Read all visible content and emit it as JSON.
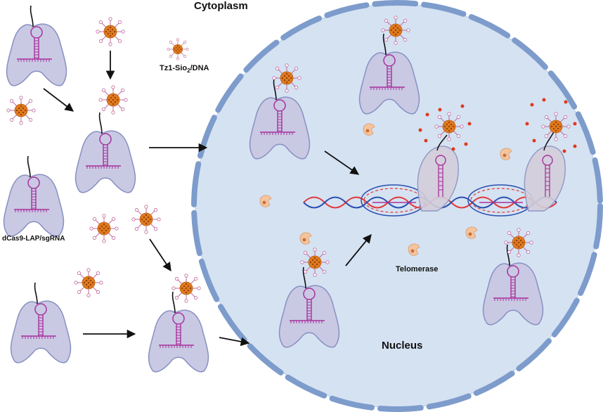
{
  "labels": {
    "cytoplasm": "Cytoplasm",
    "nanoparticle_prefix": "Tz1-Sio",
    "nanoparticle_subscript": "2",
    "nanoparticle_suffix": "/DNA",
    "complex": "dCas9-LAP/sgRNA",
    "telomerase": "Telomerase",
    "nucleus": "Nucleus"
  },
  "colors": {
    "nucleus_fill": "#d5e2f2",
    "envelope": "#7d9ccc",
    "protein_fill": "#c9c9e4",
    "protein_stroke": "#8890c0",
    "rna": "#a8329c",
    "nanoparticle": "#e07a1e",
    "spike_tip": "#e3a0c8",
    "dot": "#e0391f",
    "dna_red": "#e03a3a",
    "dna_blue": "#2a4fb0",
    "telomerase": "#f4c49e",
    "arrow": "#111111"
  }
}
